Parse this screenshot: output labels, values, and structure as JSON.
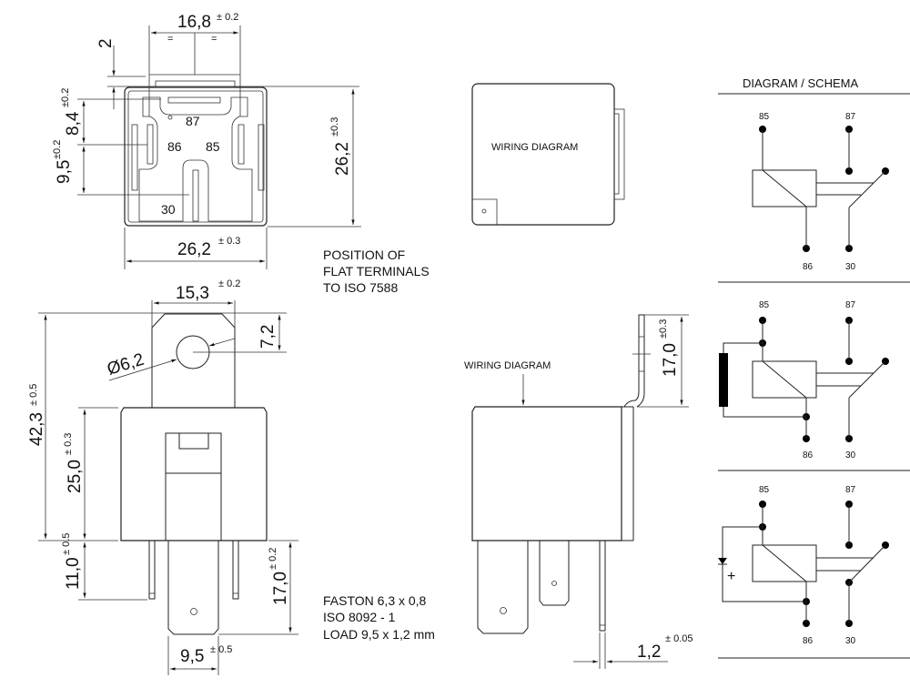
{
  "top_view": {
    "width_top": {
      "value": "16,8",
      "tol": "± 0.2"
    },
    "gap": {
      "value": "2"
    },
    "offset_a": {
      "value": "8,4",
      "tol": "±0.2"
    },
    "offset_b": {
      "value": "9,5",
      "tol": "±0.2"
    },
    "height": {
      "value": "26,2",
      "tol": "±0.3"
    },
    "width": {
      "value": "26,2",
      "tol": "± 0.3"
    },
    "pins": [
      "87",
      "86",
      "85",
      "30"
    ]
  },
  "terminal_note": [
    "POSITION OF",
    "FLAT TERMINALS",
    "TO ISO 7588"
  ],
  "front_view": {
    "tab_width": {
      "value": "15,3",
      "tol": "± 0.2"
    },
    "hole_offset": {
      "value": "7,2"
    },
    "hole_diameter": {
      "value": "Ø6,2"
    },
    "total_height": {
      "value": "42,3",
      "tol": "± 0.5"
    },
    "body_height": {
      "value": "25,0",
      "tol": "± 0.3"
    },
    "pin_length": {
      "value": "11,0",
      "tol": "± 0.5"
    },
    "terminal_length": {
      "value": "17,0",
      "tol": "± 0.2"
    },
    "terminal_width": {
      "value": "9,5",
      "tol": "± 0.5"
    }
  },
  "faston_note": [
    "FASTON 6,3 x 0,8",
    "ISO 8092 - 1",
    "LOAD 9,5 x 1,2 mm"
  ],
  "plan_view": {
    "label": "WIRING DIAGRAM"
  },
  "side_view": {
    "label": "WIRING DIAGRAM",
    "tab_height": {
      "value": "17,0",
      "tol": "±0.3"
    },
    "pin_thickness": {
      "value": "1,2",
      "tol": "± 0.05"
    }
  },
  "schema": {
    "title": "DIAGRAM / SCHEMA",
    "diagrams": [
      {
        "variant": "standard",
        "pins": {
          "p85": "85",
          "p87": "87",
          "p86": "86",
          "p30": "30"
        }
      },
      {
        "variant": "resistor",
        "pins": {
          "p85": "85",
          "p87": "87",
          "p86": "86",
          "p30": "30"
        }
      },
      {
        "variant": "diode",
        "pins": {
          "p85": "85",
          "p87": "87",
          "p86": "86",
          "p30": "30"
        },
        "polarity": "+"
      }
    ]
  }
}
